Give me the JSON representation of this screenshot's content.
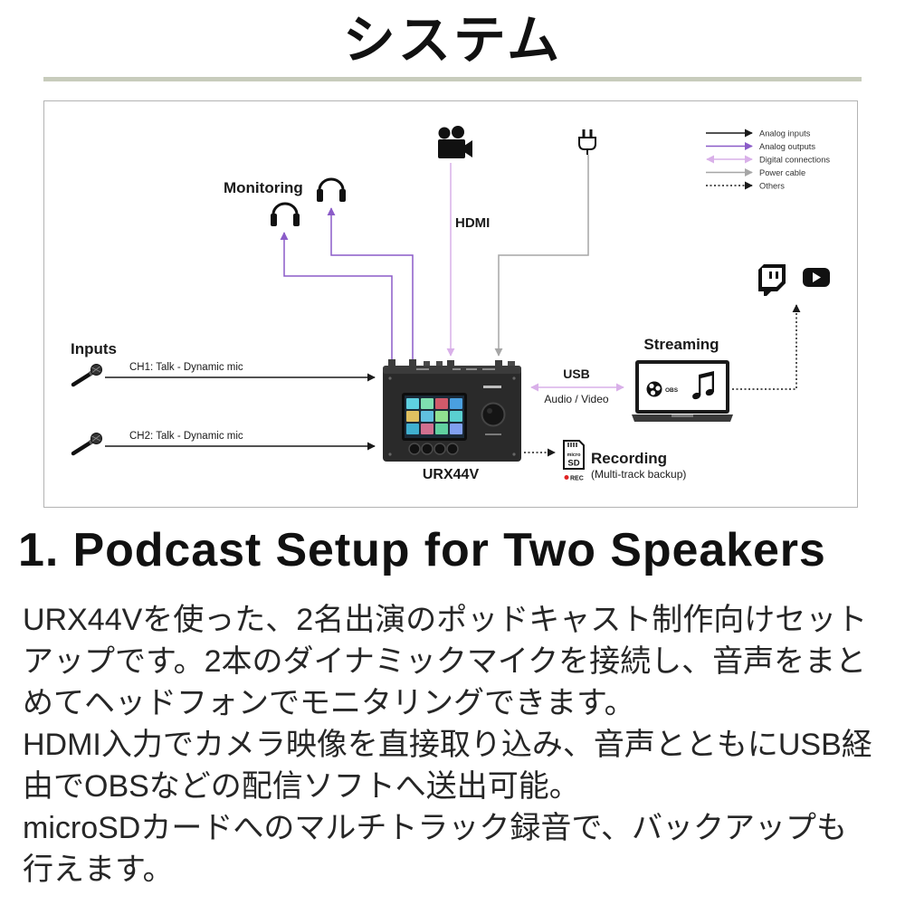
{
  "title": "システム",
  "diagram": {
    "legend": {
      "items": [
        {
          "label": "Analog inputs",
          "color": "#1a1a1a"
        },
        {
          "label": "Analog outputs",
          "color": "#8b5cc8"
        },
        {
          "label": "Digital connections",
          "color": "#d9b0e9"
        },
        {
          "label": "Power cable",
          "color": "#a6a6a6"
        },
        {
          "label": "Others",
          "color": "#1a1a1a"
        }
      ]
    },
    "monitoring": {
      "label": "Monitoring",
      "icon": "headphones-icon"
    },
    "camera": {
      "icon": "video-camera-icon"
    },
    "hdmi": {
      "label": "HDMI"
    },
    "power": {
      "icon": "power-plug-icon"
    },
    "inputs": {
      "label": "Inputs",
      "channels": [
        {
          "label": "CH1: Talk - Dynamic mic",
          "icon": "microphone-icon"
        },
        {
          "label": "CH2: Talk - Dynamic mic",
          "icon": "microphone-icon"
        }
      ]
    },
    "device": {
      "name": "URX44V"
    },
    "usb": {
      "label": "USB",
      "sublabel": "Audio / Video"
    },
    "streaming": {
      "label": "Streaming",
      "icon": "laptop-icon",
      "app_logo": {
        "icon": "obs-logo-icon",
        "text": "OBS"
      },
      "audio_icon": "music-note-icon"
    },
    "platforms": [
      {
        "icon": "twitch-icon"
      },
      {
        "icon": "youtube-icon"
      }
    ],
    "recording": {
      "label": "Recording",
      "sublabel": "(Multi-track backup)",
      "card": {
        "icon": "microsd-card-icon",
        "text_small": "micro",
        "text_large": "SD",
        "rec_label": "REC",
        "rec_color": "#e02424"
      }
    }
  },
  "section": {
    "heading": "1. Podcast Setup for Two Speakers",
    "body_lines": [
      "URX44Vを使った、2名出演のポッドキャスト制作向けセット",
      "アップです。2本のダイナミックマイクを接続し、音声をまと",
      "めてヘッドフォンでモニタリングできます。",
      "HDMI入力でカメラ映像を直接取り込み、音声とともにUSB経",
      "由でOBSなどの配信ソフトへ送出可能。",
      "microSDカードへのマルチトラック録音で、バックアップも",
      "行えます。"
    ]
  }
}
